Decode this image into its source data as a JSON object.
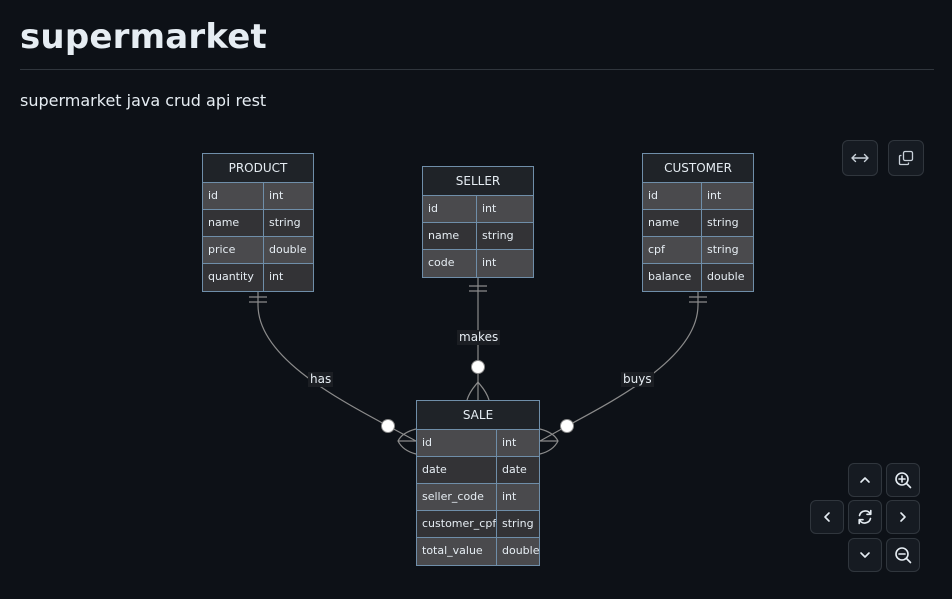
{
  "header": {
    "title": "supermarket",
    "description": "supermarket java crud api rest"
  },
  "entities": {
    "product": {
      "name": "PRODUCT",
      "attributes": [
        {
          "name": "id",
          "type": "int"
        },
        {
          "name": "name",
          "type": "string"
        },
        {
          "name": "price",
          "type": "double"
        },
        {
          "name": "quantity",
          "type": "int"
        }
      ]
    },
    "seller": {
      "name": "SELLER",
      "attributes": [
        {
          "name": "id",
          "type": "int"
        },
        {
          "name": "name",
          "type": "string"
        },
        {
          "name": "code",
          "type": "int"
        }
      ]
    },
    "customer": {
      "name": "CUSTOMER",
      "attributes": [
        {
          "name": "id",
          "type": "int"
        },
        {
          "name": "name",
          "type": "string"
        },
        {
          "name": "cpf",
          "type": "string"
        },
        {
          "name": "balance",
          "type": "double"
        }
      ]
    },
    "sale": {
      "name": "SALE",
      "attributes": [
        {
          "name": "id",
          "type": "int"
        },
        {
          "name": "date",
          "type": "date"
        },
        {
          "name": "seller_code",
          "type": "int"
        },
        {
          "name": "customer_cpf",
          "type": "string"
        },
        {
          "name": "total_value",
          "type": "double"
        }
      ]
    }
  },
  "relationships": {
    "has": "has",
    "makes": "makes",
    "buys": "buys"
  },
  "controls": {
    "expand": "expand-icon",
    "copy": "copy-icon",
    "pan_up": "chevron-up-icon",
    "pan_down": "chevron-down-icon",
    "pan_left": "chevron-left-icon",
    "pan_right": "chevron-right-icon",
    "reset": "reset-icon",
    "zoom_in": "zoom-in-icon",
    "zoom_out": "zoom-out-icon"
  },
  "colors": {
    "background": "#0d1117",
    "entity_border": "#6f8ea9",
    "line": "#8b8b8b"
  }
}
